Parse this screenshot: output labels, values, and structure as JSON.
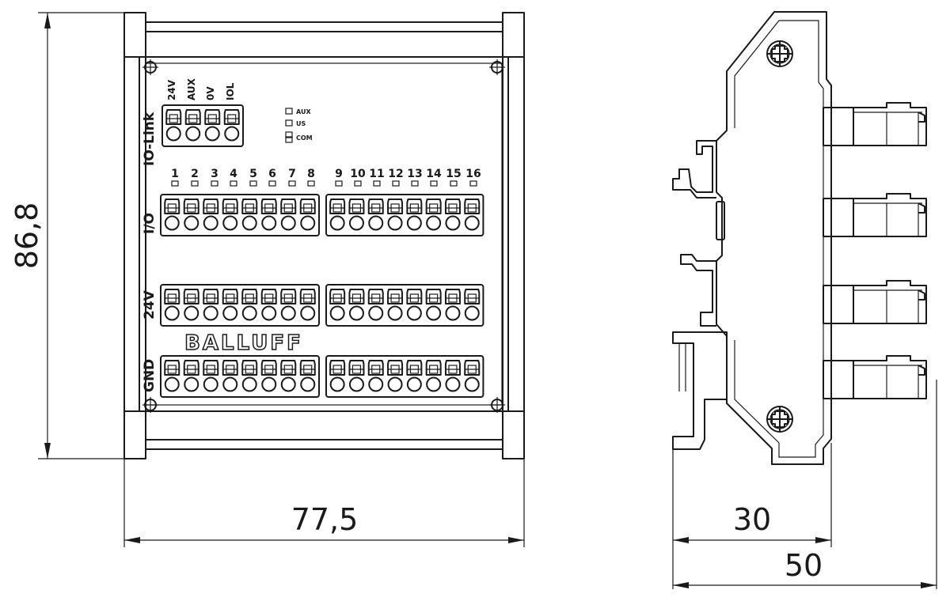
{
  "dimensions": {
    "height": "86,8",
    "width": "77,5",
    "depth_small": "30",
    "depth_total": "50"
  },
  "front": {
    "brand": "BALLUFF",
    "section_labels": [
      "IO-Link",
      "I/O",
      "24V",
      "GND"
    ],
    "iolink_pins": [
      "24V",
      "AUX",
      "0V",
      "IOL"
    ],
    "led_labels": [
      "AUX",
      "US",
      "COM"
    ],
    "channel_numbers": [
      "1",
      "2",
      "3",
      "4",
      "5",
      "6",
      "7",
      "8",
      "9",
      "10",
      "11",
      "12",
      "13",
      "14",
      "15",
      "16"
    ]
  }
}
